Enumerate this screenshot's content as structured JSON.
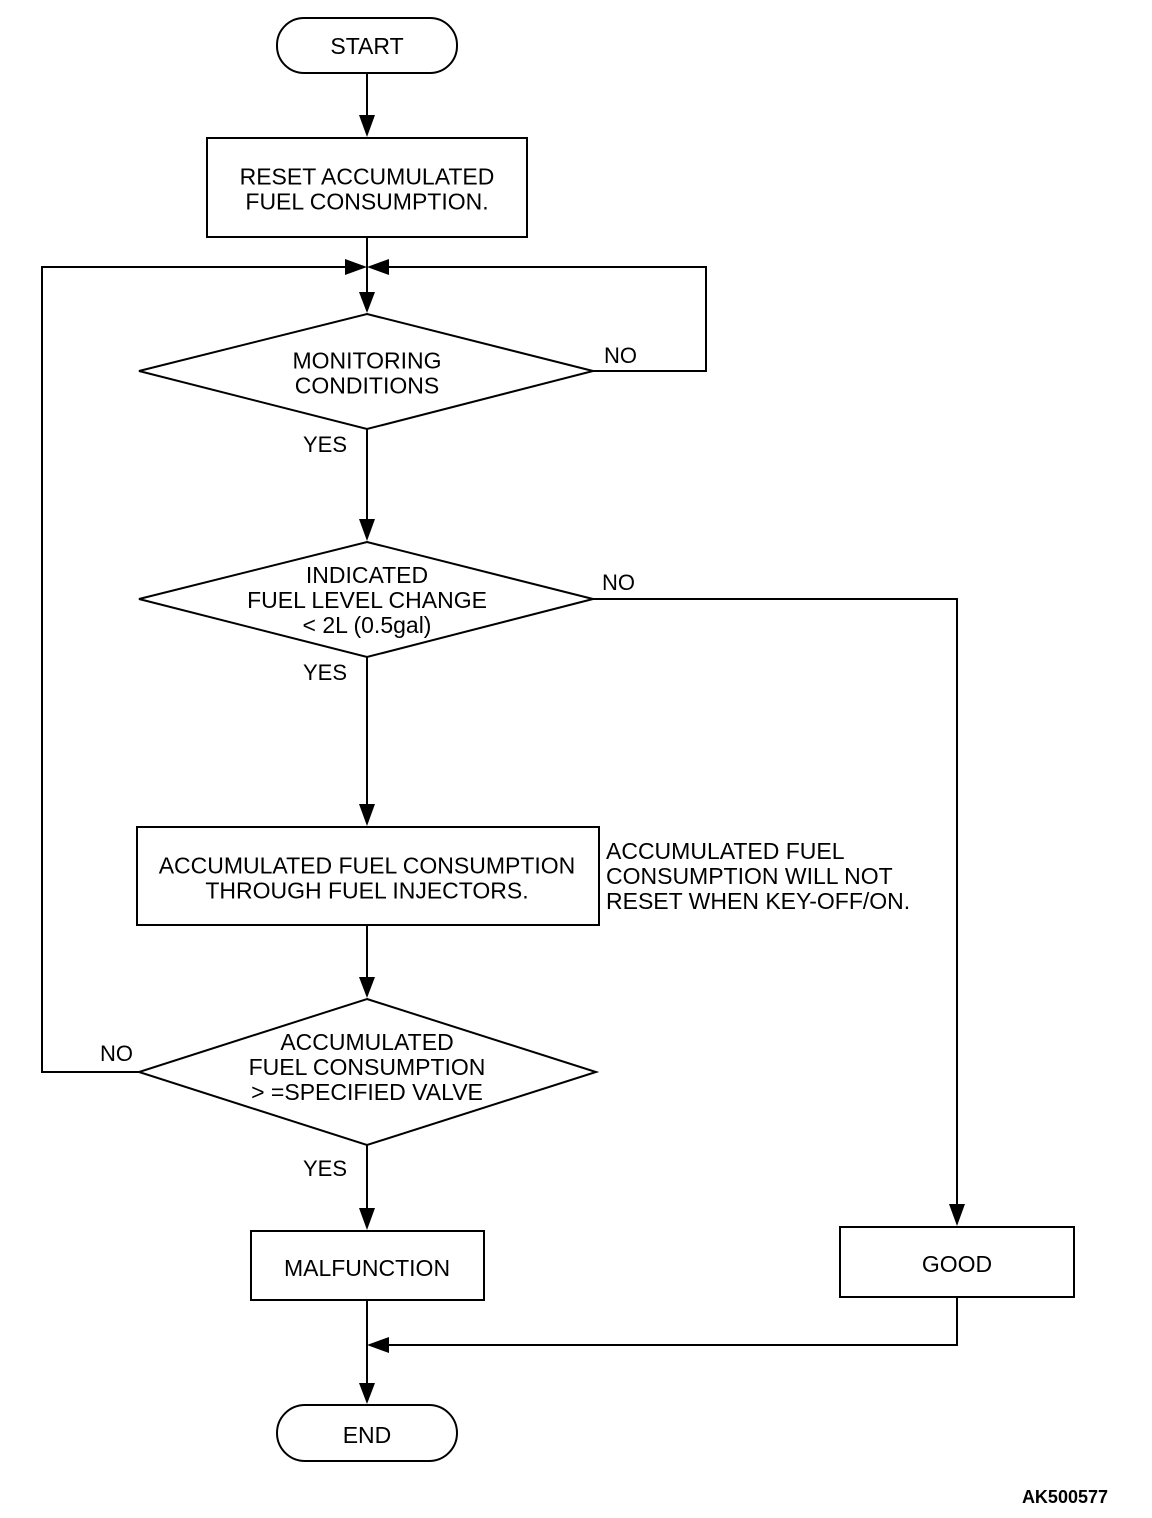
{
  "flowchart": {
    "start": {
      "lines": [
        "START"
      ]
    },
    "reset": {
      "lines": [
        "RESET ACCUMULATED",
        "FUEL CONSUMPTION."
      ]
    },
    "monitoring": {
      "lines": [
        "MONITORING",
        "CONDITIONS"
      ]
    },
    "fuel_level": {
      "lines": [
        "INDICATED",
        "FUEL LEVEL CHANGE",
        "< 2L (0.5gal)"
      ]
    },
    "accumulate": {
      "lines": [
        "ACCUMULATED FUEL CONSUMPTION",
        "THROUGH FUEL INJECTORS."
      ]
    },
    "compare": {
      "lines": [
        "ACCUMULATED",
        "FUEL  CONSUMPTION",
        "> =SPECIFIED VALVE"
      ]
    },
    "malfunction": {
      "lines": [
        "MALFUNCTION"
      ]
    },
    "good": {
      "lines": [
        "GOOD"
      ]
    },
    "end": {
      "lines": [
        "END"
      ]
    },
    "note": {
      "lines": [
        "ACCUMULATED FUEL",
        "CONSUMPTION WILL NOT",
        "RESET WHEN KEY-OFF/ON."
      ]
    },
    "labels": {
      "monitoring_no": "NO",
      "monitoring_yes": "YES",
      "fuel_level_no": "NO",
      "fuel_level_yes": "YES",
      "compare_no": "NO",
      "compare_yes": "YES"
    }
  },
  "figure_id": "AK500577"
}
